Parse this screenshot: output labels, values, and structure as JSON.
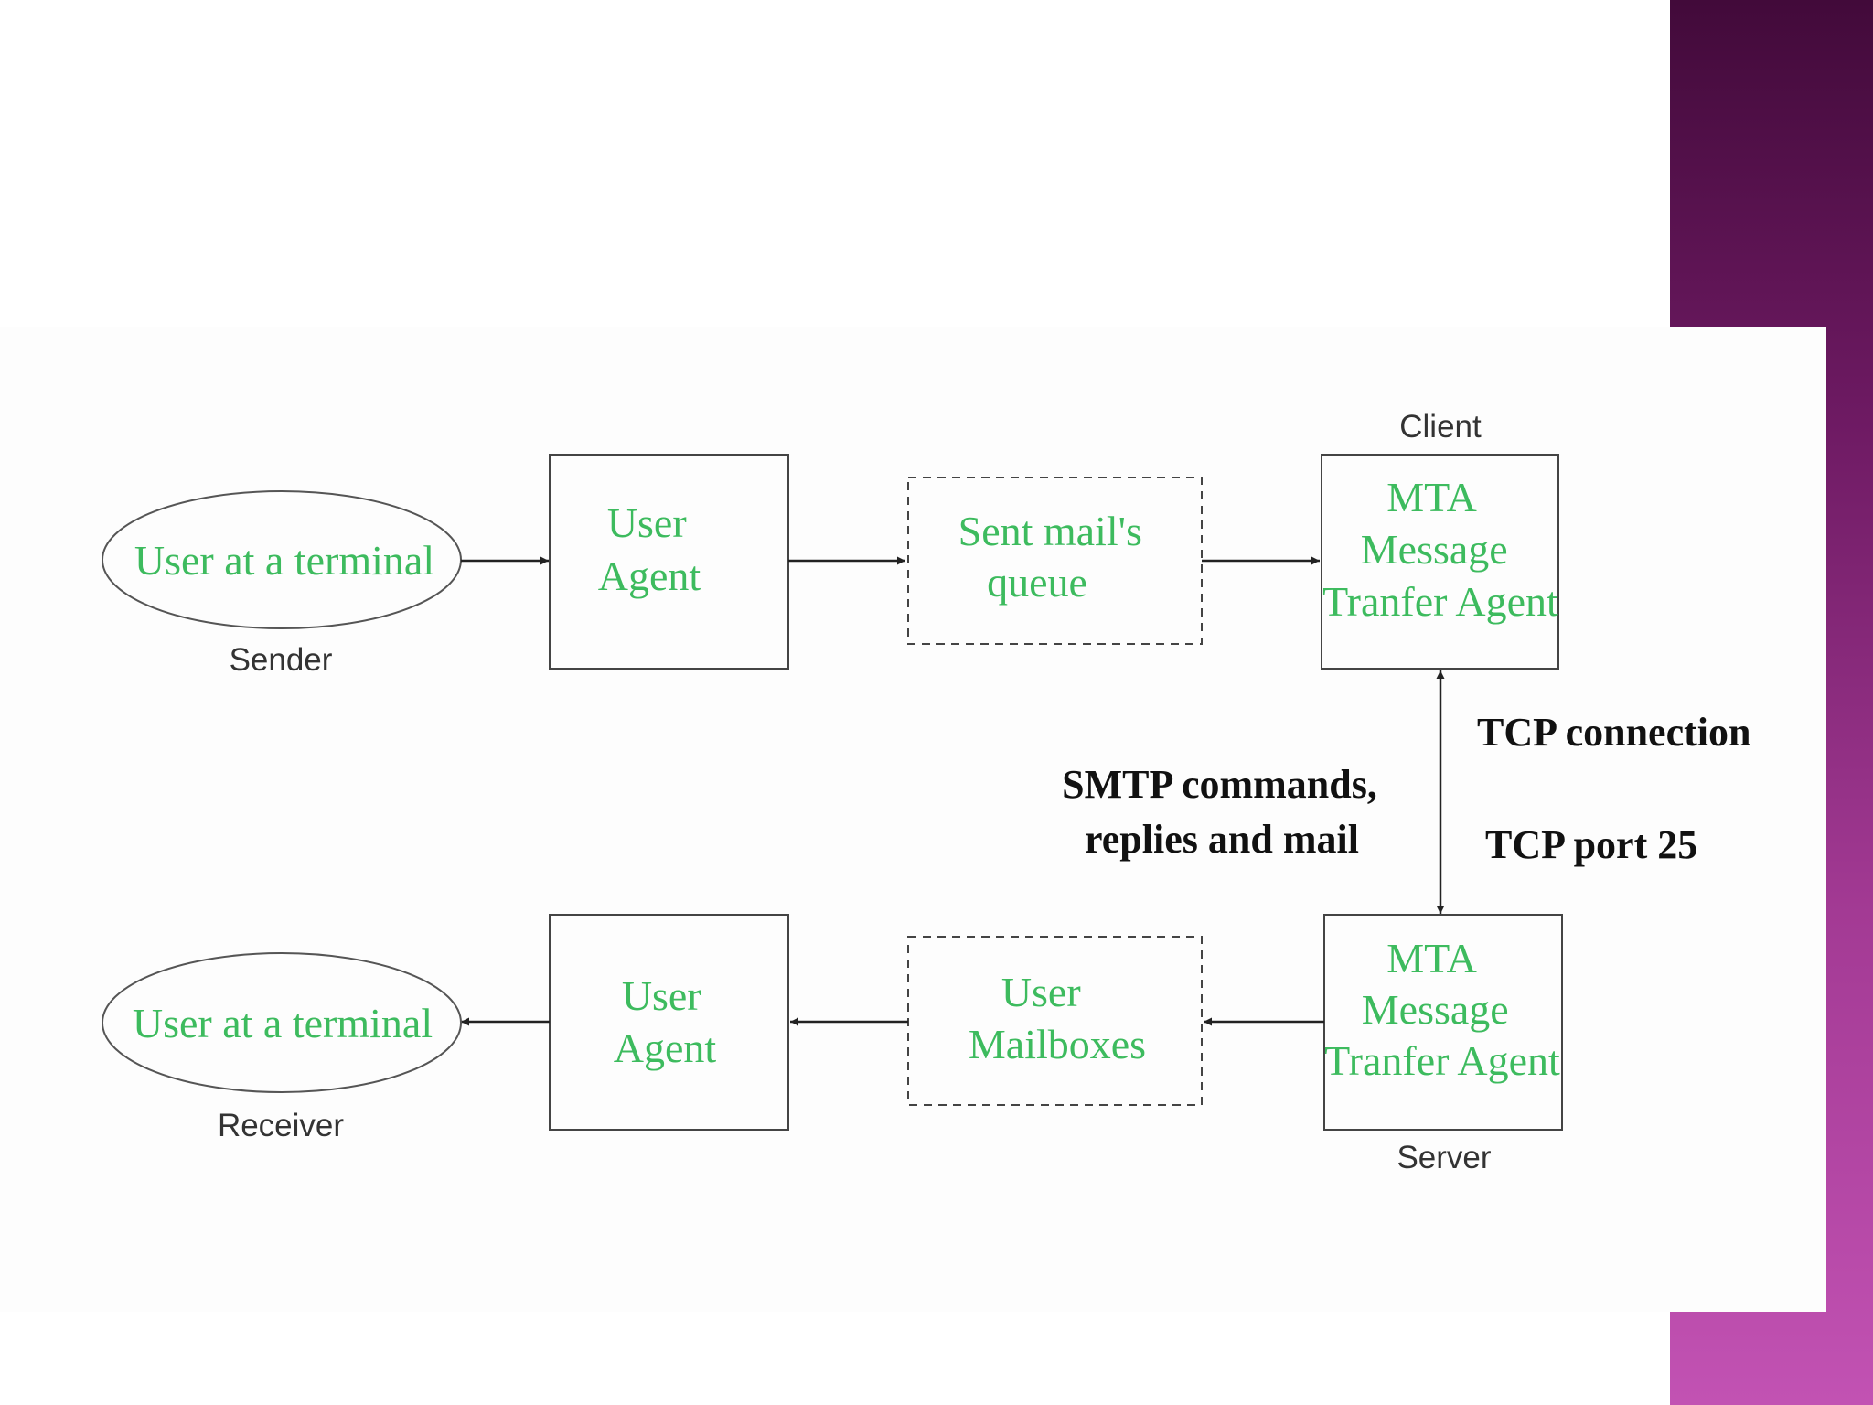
{
  "colors": {
    "node_text": "#3dbb5e",
    "accent": "#a33a94"
  },
  "sender": {
    "terminal": "User at a terminal",
    "terminal_caption": "Sender",
    "user_agent": [
      "User",
      "Agent"
    ],
    "queue": [
      "Sent mail's",
      "queue"
    ],
    "mta_caption": "Client",
    "mta": [
      "MTA",
      "Message",
      "Tranfer Agent"
    ]
  },
  "receiver": {
    "terminal": "User at a terminal",
    "terminal_caption": "Receiver",
    "user_agent": [
      "User",
      "Agent"
    ],
    "mailboxes": [
      "User",
      "Mailboxes"
    ],
    "mta_caption": "Server",
    "mta": [
      "MTA",
      "Message",
      "Tranfer Agent"
    ]
  },
  "link": {
    "tcp_connection": "TCP connection",
    "tcp_port": "TCP port 25",
    "smtp": [
      "SMTP commands,",
      "replies and mail"
    ]
  }
}
